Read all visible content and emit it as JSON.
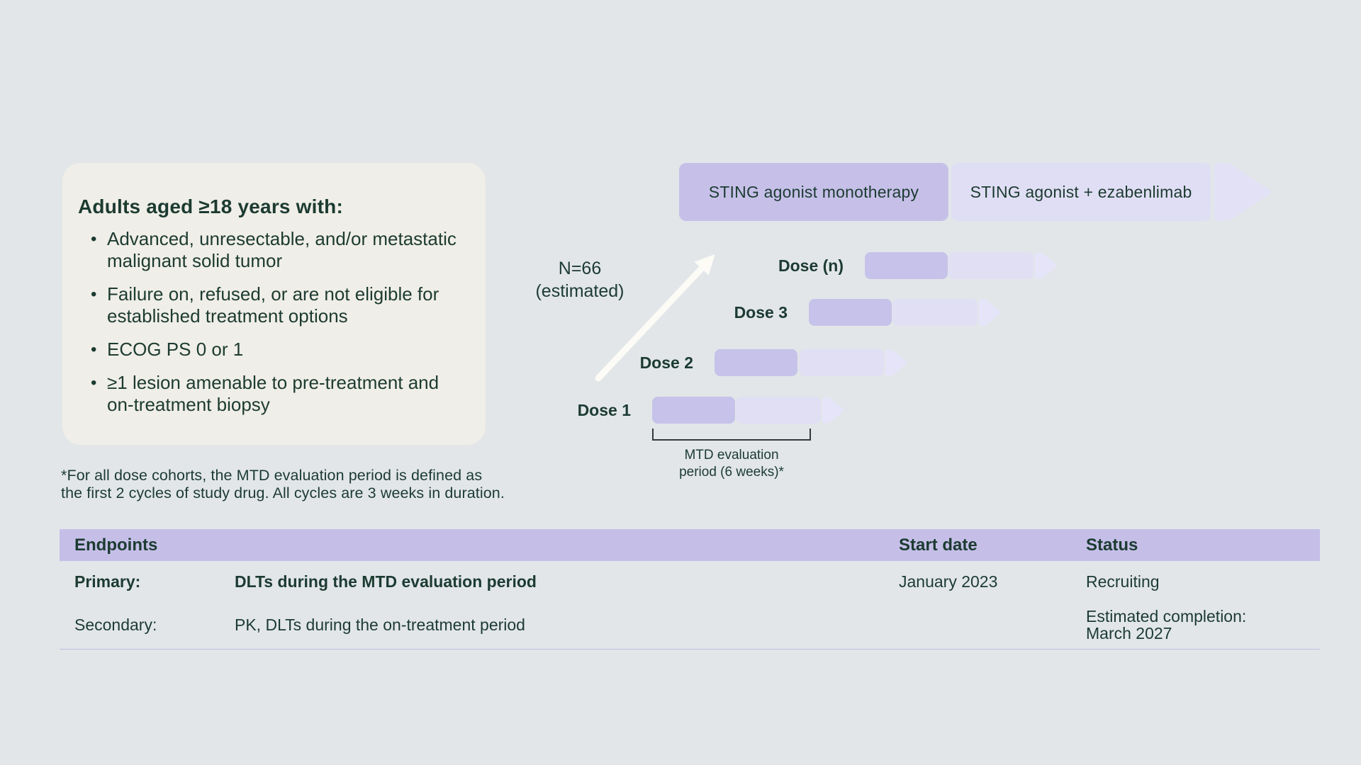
{
  "colors": {
    "background": "#e2e6e9",
    "panel": "#f0eee8",
    "ink": "#1c3b31",
    "arm_solid": "#c6c0e9",
    "arm_light": "#e0def4",
    "arm_tip": "#e3e1f6",
    "bar_solid": "#c6c2e9",
    "bar_light": "#e1dff4",
    "bar_tip": "#e6e4f8",
    "table_header": "#c5bfe8",
    "divider": "#c1bce0",
    "arrow": "#fcfbf6",
    "bracket": "#333b38"
  },
  "eligibility": {
    "title": "Adults aged ≥18 years with:",
    "bullets": [
      "Advanced, unresectable, and/or metastatic malignant solid tumor",
      "Failure on, refused, or are not eligible for established treatment options",
      "ECOG PS 0 or 1",
      "≥1 lesion amenable to pre-treatment and on-treatment biopsy"
    ]
  },
  "footnote": {
    "line1": "*For all dose cohorts, the MTD evaluation period is defined as",
    "line2": "the first 2 cycles of study drug. All cycles are 3 weeks in duration."
  },
  "arms": [
    {
      "label": "STING agonist monotherapy"
    },
    {
      "label": "STING agonist + ezabenlimab"
    }
  ],
  "enrollment": {
    "line1": "N=66",
    "line2": "(estimated)"
  },
  "dose_escalation": {
    "doses": [
      {
        "label": "Dose (n)"
      },
      {
        "label": "Dose 3"
      },
      {
        "label": "Dose 2"
      },
      {
        "label": "Dose 1"
      }
    ],
    "bracket_label_line1": "MTD evaluation",
    "bracket_label_line2": "period (6 weeks)*"
  },
  "table": {
    "headers": {
      "endpoints": "Endpoints",
      "start_date": "Start date",
      "status": "Status"
    },
    "rows": [
      {
        "label": "Primary:",
        "endpoint": "DLTs during the MTD evaluation period",
        "start_date": "January 2023",
        "status": "Recruiting"
      },
      {
        "label": "Secondary:",
        "endpoint": "PK, DLTs during the on-treatment period",
        "start_date": "",
        "status_line1": "Estimated completion:",
        "status_line2": "March 2027"
      }
    ]
  }
}
